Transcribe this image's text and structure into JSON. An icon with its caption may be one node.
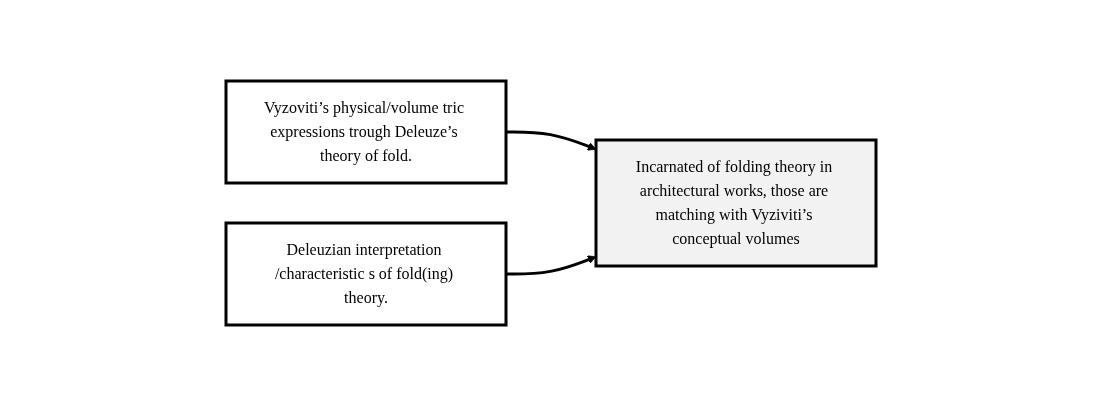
{
  "diagram": {
    "nodes": [
      {
        "text": [
          "Vyzoviti’s physical/volume tric expressions trough Deleuze’s theory of fold."
        ]
      },
      {
        "text": [
          "Incarnated of folding theory in architectural works, those are matching with Vyziviti’s conceptual volumes"
        ]
      },
      {
        "text": [
          "Deleuzian interpretation /characteristic s of fold(ing) theory."
        ]
      }
    ],
    "edges": [
      {
        "from": 0,
        "to": 1,
        "arrow": "to"
      },
      {
        "from": 2,
        "to": 1,
        "arrow": "to"
      }
    ]
  }
}
